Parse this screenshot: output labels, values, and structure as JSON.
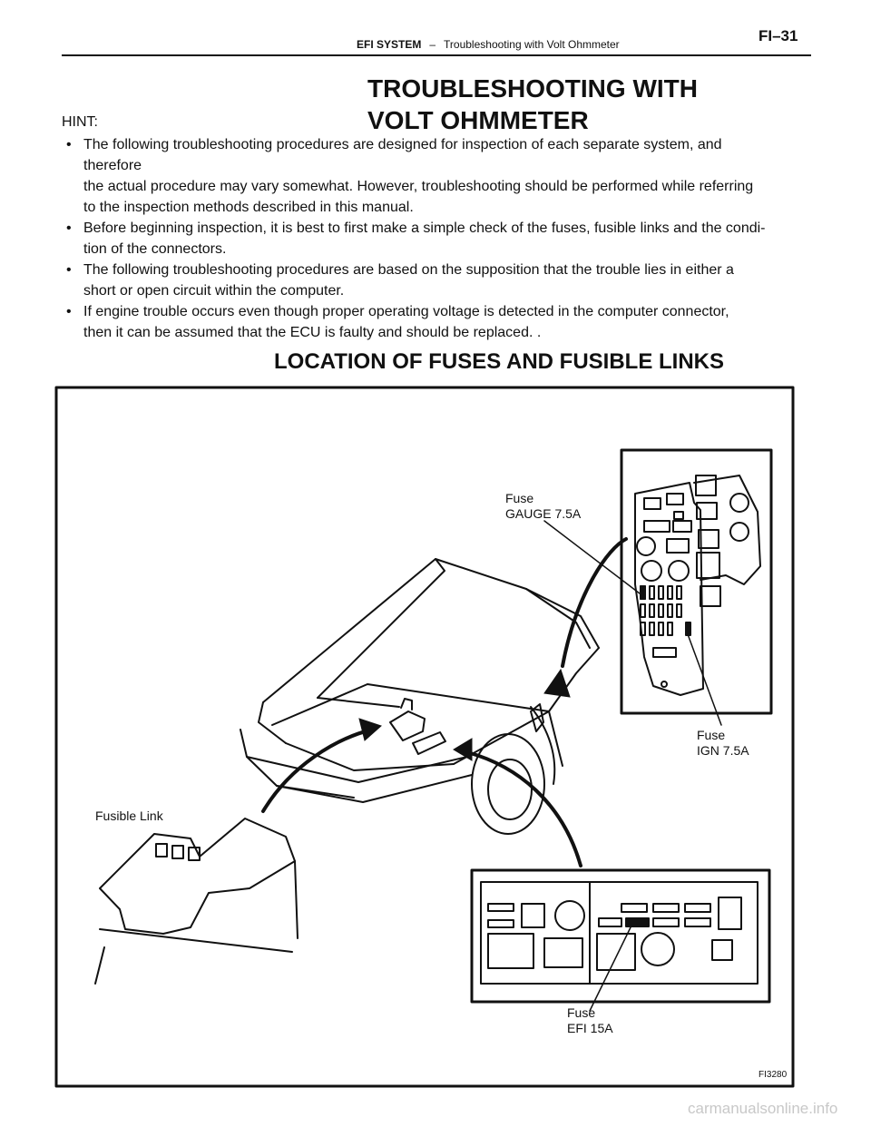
{
  "header": {
    "section": "EFI SYSTEM",
    "separator": "–",
    "subsection": "Troubleshooting with Volt Ohmmeter",
    "page": "FI–31"
  },
  "title": {
    "line1": "TROUBLESHOOTING WITH",
    "line2": "VOLT OHMMETER"
  },
  "hint": "HINT:",
  "bullets": [
    {
      "lines": [
        "The following troubleshooting procedures are designed for inspection of each separate system, and",
        "therefore",
        "the actual procedure may vary somewhat. However, troubleshooting should be performed while referring",
        "to the inspection methods described in this manual."
      ]
    },
    {
      "lines": [
        "Before beginning inspection, it is best to first make a simple check of the fuses, fusible links and the condi-",
        "tion of the connectors."
      ]
    },
    {
      "lines": [
        "The following troubleshooting procedures are based on the supposition that the trouble lies in either a",
        "short or open circuit within the computer."
      ]
    },
    {
      "lines": [
        "If engine trouble occurs even though proper operating voltage is detected in the computer connector,",
        "then it can be assumed that the ECU is faulty and should be replaced. ."
      ]
    }
  ],
  "bullet_glyph": "•",
  "location_title": "LOCATION OF FUSES AND FUSIBLE LINKS",
  "figure": {
    "fuse_gauge": {
      "line1": "Fuse",
      "line2": "GAUGE 7.5A"
    },
    "fuse_ign": {
      "line1": "Fuse",
      "line2": "IGN 7.5A"
    },
    "fuse_efi": {
      "line1": "Fuse",
      "line2": "EFI 15A"
    },
    "fusible_link": "Fusible Link",
    "figure_code": "FI3280"
  },
  "watermark": "carmanualsonline.info"
}
